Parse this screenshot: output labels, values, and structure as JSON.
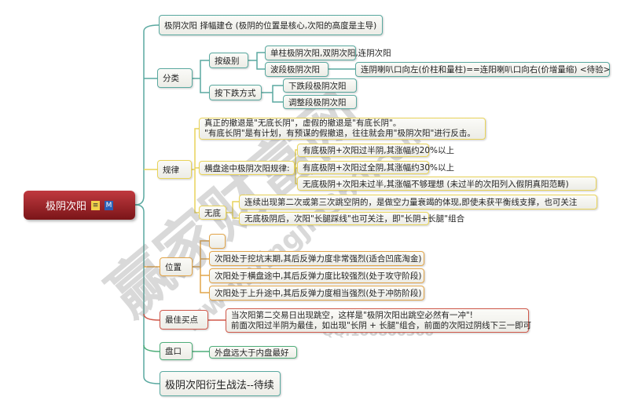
{
  "root": {
    "label": "极阴次阳",
    "icons": [
      "note-icon",
      "mindmanager-icon"
    ],
    "m_label": "M"
  },
  "nodes": {
    "a": "极阴次阳  择幅建仓  (极阴的位置是核心,次阳的高度是主导)",
    "cls": "分类",
    "cls_level": "按级别",
    "cls_drop": "按下跌方式",
    "single": "单柱极阴次阳,双阴次阳,连阴次阳",
    "wave": "波段极阴次阳",
    "horn": "连阴喇叭口向左(价柱和量柱)==连阳喇叭口向右(价增量缩)      <待验>",
    "drop1": "下跌段极阴次阳",
    "drop2": "调整段极阴次阳",
    "rule": "规律",
    "rule_text1": "真正的撤退是\"无底长阴\"，虚假的撤退是\"有底长阴\"。",
    "rule_text2": "\"有底长阴\"是有计划，有预谋的假撤退，往往就会用\"极阴次阳\"进行反击。",
    "sideways": "横盘途中极阴次阳规律:",
    "s1": "有底极阴+次阳过半阴,其涨幅约20%以上",
    "s2": "有底极阴+次阳过全阴,其涨幅约30%以上",
    "s3": "无底极阴+次阳未过半,其涨幅不够理想 (未过半的次阳列入假阴真阳范畴)",
    "nobottom": "无底",
    "nb1": "连续出现第二次或第三次跳空阴的，是做空力量衰竭的体现,即使未获平衡线支撑，也可关注",
    "nb2": "无底极阴后，次阳\"长腿踩线\"也可关注，即\"长阴+长腿\"组合",
    "pos": "位置",
    "p1": "次阳处于挖坑末期,其后反弹力度非常强烈(适合凹底淘金)",
    "p2": "次阳处于横盘途中,其后反弹力度比较强烈(处于攻守阶段)",
    "p3": "次阳处于上升途中,其后反弹力度相当强烈(处于冲防阶段)",
    "buy": "最佳买点",
    "buy1": "当次阳第二交易日出现跳空，这样是\"极阴次阳出跳空必然有一冲\"!",
    "buy2": "前面次阳过半阴为最佳，如出现\"长阴 + 长腿\"组合，前面的次阳过阴线下三一即可",
    "tape": "盘口",
    "tape1": "外盘远大于内盘最好",
    "more": "极阴次阳衍生战法--待续"
  },
  "watermark": {
    "main": "赢家财富网",
    "url": "www.yingjia360.com",
    "qq": "QQ:100800360"
  },
  "colors": {
    "teal": "#5aa9a0",
    "yellow": "#e9d45a",
    "orange": "#e2a54a",
    "red": "#d0584a",
    "green": "#4fae7a",
    "root": "#9e2328"
  }
}
